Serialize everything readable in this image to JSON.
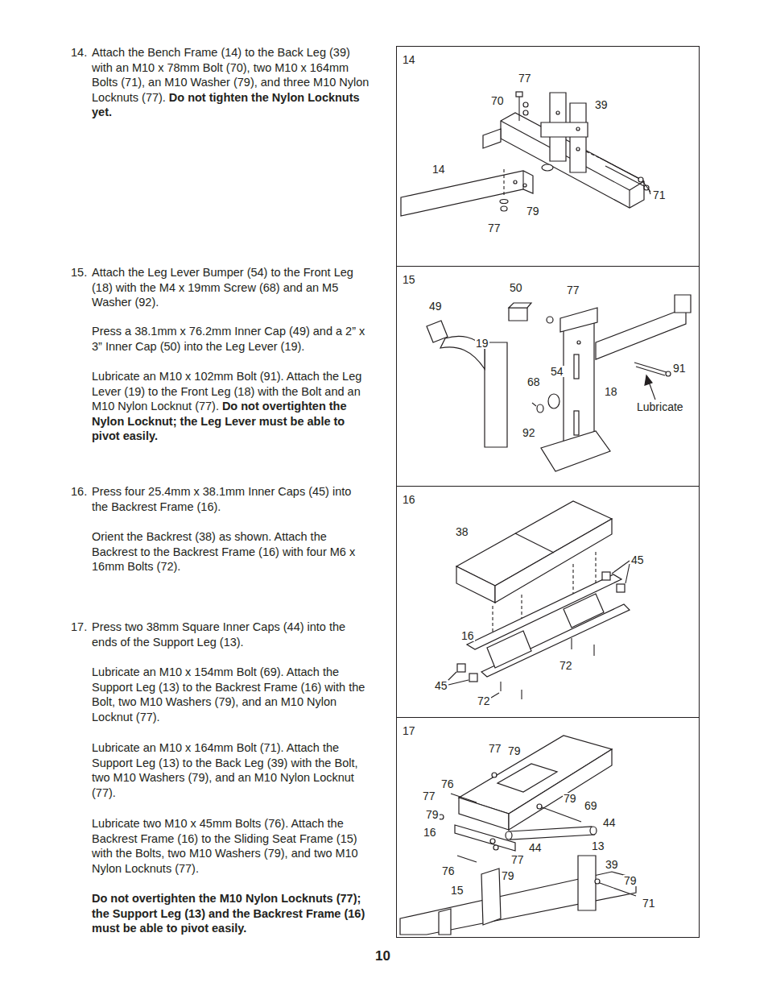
{
  "diagram": {
    "nodes": [
      {
        "text": [
          "14"
        ]
      },
      {
        "text": [
          "15"
        ]
      },
      {
        "text": [
          "16"
        ]
      },
      {
        "text": [
          "17"
        ]
      }
    ],
    "labels": [
      "14.",
      "Attach the Bench Frame (14) to the Back Leg (39) with an M10 x 78mm Bolt (70), two M10 x 164mm Bolts (71), an M10 Washer (79), and three M10 Nylon Locknuts (77).",
      "Do not tighten the Nylon Locknuts yet.",
      "15.",
      "Attach the Leg Lever Bumper (54) to the Front Leg (18) with the M4 x 19mm Screw (68) and an M5 Washer (92).",
      "Press a 38.1mm x 76.2mm Inner Cap (49) and a 2” x 3” Inner Cap (50) into the Leg Lever (19).",
      "Lubricate an M10 x 102mm Bolt (91). Attach the Leg Lever (19) to the Front Leg (18) with the Bolt and an M10 Nylon Locknut (77).",
      "Do not overtighten the Nylon Locknut; the Leg Lever must be able to pivot easily.",
      "16.",
      "Press four 25.4mm x 38.1mm Inner Caps (45) into the Backrest Frame (16).",
      "Orient the Backrest (38) as shown. Attach the Backrest to the Backrest Frame (16) with four M6 x 16mm Bolts (72).",
      "17.",
      "Press two 38mm Square Inner Caps (44) into the ends of the Support Leg (13).",
      "Lubricate an M10 x 154mm Bolt (69). Attach the Support Leg (13) to the Backrest Frame (16) with the Bolt, two M10 Washers (79), and an M10 Nylon Locknut (77).",
      "Lubricate an M10 x 164mm Bolt (71). Attach the Support Leg (13) to the Back Leg (39) with the Bolt, two M10 Washers (79), and an M10 Nylon Locknut (77).",
      "Lubricate two M10 x 45mm Bolts (76). Attach the Backrest Frame (16) to the Sliding Seat Frame (15) with the Bolts, two M10 Washers (79), and two M10 Nylon Locknuts (77).",
      "Do not overtighten the M10 Nylon Locknuts (77); the Support Leg (13) and the Backrest Frame (16) must be able to pivot easily.",
      "77",
      "70",
      "39",
      "14",
      "71",
      "79",
      "77",
      "50",
      "77",
      "49",
      "19",
      "91",
      "54",
      "68",
      "18",
      "Lubricate",
      "92",
      "38",
      "45",
      "16",
      "72",
      "45",
      "72",
      "77",
      "79",
      "76",
      "77",
      "79",
      "69",
      "79",
      "44",
      "16",
      "13",
      "44",
      "77",
      "39",
      "76",
      "79",
      "15",
      "79",
      "71",
      "10"
    ]
  }
}
